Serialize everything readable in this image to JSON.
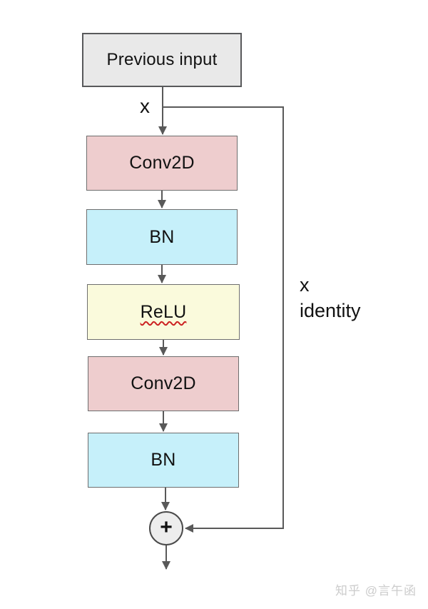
{
  "diagram": {
    "nodes": [
      {
        "id": "previous-input",
        "label": "Previous input",
        "fill": "#e9e9e9"
      },
      {
        "id": "conv2d-1",
        "label": "Conv2D",
        "fill": "#eecdce"
      },
      {
        "id": "bn-1",
        "label": "BN",
        "fill": "#c6f0fa"
      },
      {
        "id": "relu",
        "label": "ReLU",
        "fill": "#fafadc",
        "spellcheck_squiggle": true
      },
      {
        "id": "conv2d-2",
        "label": "Conv2D",
        "fill": "#eecdce"
      },
      {
        "id": "bn-2",
        "label": "BN",
        "fill": "#c6f0fa"
      }
    ],
    "labels": {
      "input_x": "x",
      "skip_x": "x",
      "skip_identity": "identity",
      "plus": "+"
    },
    "watermark": "知乎 @言午函",
    "colors": {
      "line": "#595959",
      "prev_border": "#58595b",
      "box_border": "#6e6e6e",
      "prev_fill": "#e9e9e9",
      "conv_fill": "#eecdce",
      "bn_fill": "#c6f0fa",
      "relu_fill": "#fafadc",
      "plus_fill": "#ededed",
      "squiggle": "#cc2222",
      "watermark_text": "#cccccc",
      "text": "#111111",
      "background": "#ffffff"
    }
  }
}
